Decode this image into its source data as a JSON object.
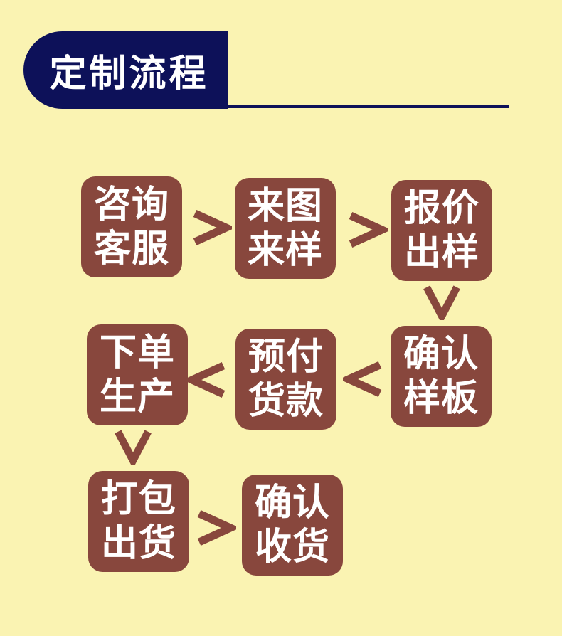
{
  "header": {
    "title": "定制流程"
  },
  "colors": {
    "background": "#FAF3B2",
    "banner": "#0D1159",
    "box": "#88473D",
    "text": "#FFFFFF"
  },
  "steps": [
    {
      "line1": "咨询",
      "line2": "客服"
    },
    {
      "line1": "来图",
      "line2": "来样"
    },
    {
      "line1": "报价",
      "line2": "出样"
    },
    {
      "line1": "确认",
      "line2": "样板"
    },
    {
      "line1": "预付",
      "line2": "货款"
    },
    {
      "line1": "下单",
      "line2": "生产"
    },
    {
      "line1": "打包",
      "line2": "出货"
    },
    {
      "line1": "确认",
      "line2": "收货"
    }
  ],
  "arrows": [
    {
      "from": "咨询客服",
      "to": "来图来样",
      "direction": "right",
      "icon": "arrow-right-icon"
    },
    {
      "from": "来图来样",
      "to": "报价出样",
      "direction": "right",
      "icon": "arrow-right-icon"
    },
    {
      "from": "报价出样",
      "to": "确认样板",
      "direction": "down",
      "icon": "arrow-down-icon"
    },
    {
      "from": "确认样板",
      "to": "预付货款",
      "direction": "left",
      "icon": "arrow-left-icon"
    },
    {
      "from": "预付货款",
      "to": "下单生产",
      "direction": "left",
      "icon": "arrow-left-icon"
    },
    {
      "from": "下单生产",
      "to": "打包出货",
      "direction": "down",
      "icon": "arrow-down-icon"
    },
    {
      "from": "打包出货",
      "to": "确认收货",
      "direction": "right",
      "icon": "arrow-right-icon"
    }
  ]
}
